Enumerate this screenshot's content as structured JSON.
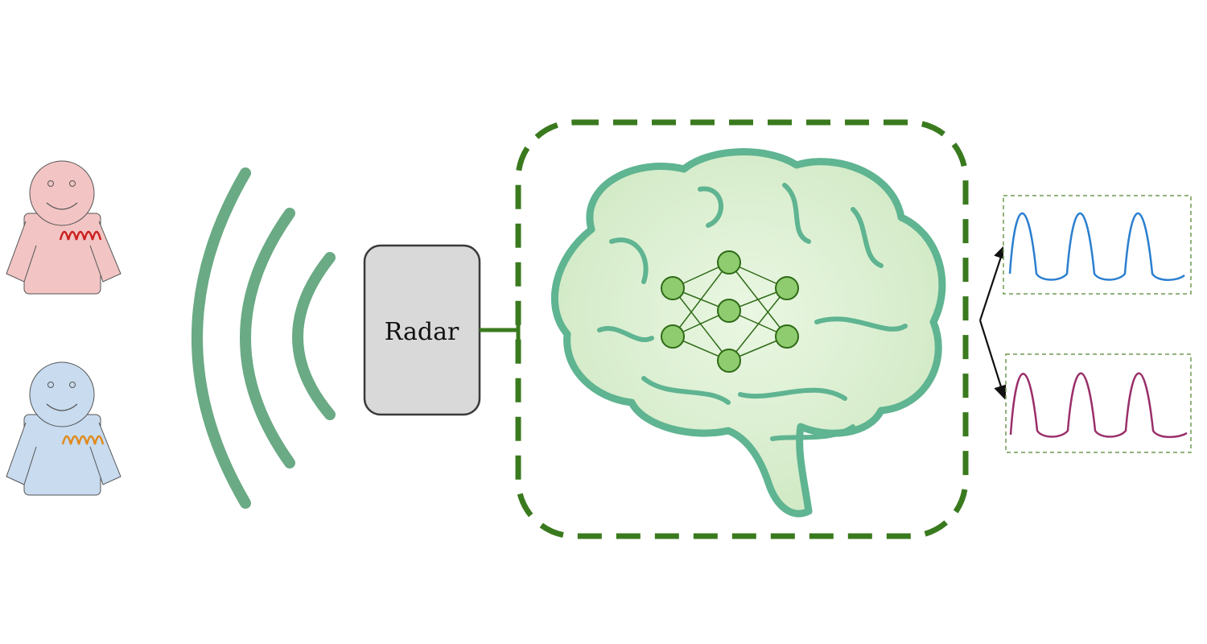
{
  "radar": {
    "label": "Radar"
  },
  "people": [
    {
      "id": "person-1",
      "shirt_color": "#f2c4c4",
      "heart_signal_color": "#cc1f1f"
    },
    {
      "id": "person-2",
      "shirt_color": "#c8dbef",
      "heart_signal_color": "#e08a1e"
    }
  ],
  "colors": {
    "waves": "#6aaa84",
    "dashed_frame": "#3a7a1e",
    "connector": "#3a7a1e",
    "brain_fill": "#d6ecc8",
    "brain_stroke": "#5fb491",
    "nn_node_fill": "#8fcc6f",
    "nn_stroke": "#2e6a16",
    "output_1": "#2b7fcf",
    "output_2": "#9a2f6a",
    "output_frame": "#6f9a4f",
    "radar_fill": "#d9d9d9",
    "radar_stroke": "#3a3a3a"
  },
  "icons": [
    "person-icon",
    "radar-wave-icon",
    "brain-icon",
    "neural-network-icon",
    "waveform-icon",
    "arrow-icon"
  ]
}
